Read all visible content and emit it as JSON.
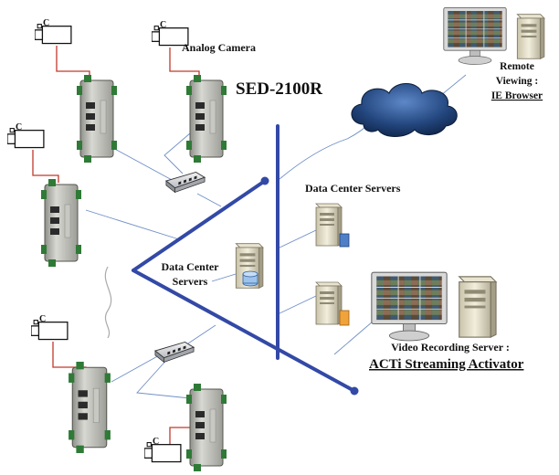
{
  "labels": {
    "analog_camera": "Analog Camera",
    "model": "SED-2100R",
    "remote_line1": "Remote",
    "remote_line2": "Viewing :",
    "remote_line3": "IE Browser",
    "dc_servers_right": "Data Center Servers",
    "dc_servers_left_line1": "Data Center",
    "dc_servers_left_line2": "Servers",
    "vrs_line1": "Video Recording Server :",
    "vrs_line2": "ACTi Streaming Activator"
  },
  "camera_letter": "C",
  "colors": {
    "backbone": "#3349a6",
    "cable": "#6f8fc8",
    "camera_wire": "#c0392b",
    "cloud": "#1f3f73"
  },
  "icons": {
    "camera": "analog-camera-icon",
    "encoder": "video-encoder-icon",
    "switch": "network-switch-icon",
    "server": "server-tower-icon",
    "monitor": "monitor-icon",
    "cloud": "internet-cloud-icon"
  }
}
